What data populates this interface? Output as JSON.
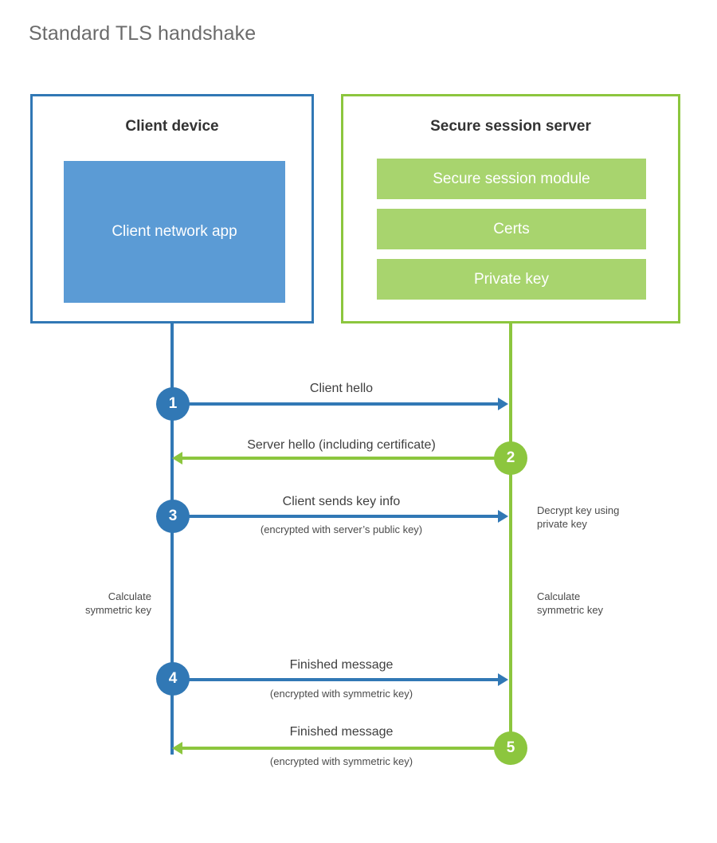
{
  "title": "Standard TLS handshake",
  "parties": {
    "client": {
      "title": "Client device",
      "blocks": [
        {
          "label": "Client network app"
        }
      ]
    },
    "server": {
      "title": "Secure session server",
      "blocks": [
        {
          "label": "Secure session module"
        },
        {
          "label": "Certs"
        },
        {
          "label": "Private key"
        }
      ]
    }
  },
  "steps": [
    {
      "number": "1",
      "label": "Client hello",
      "sub": "",
      "direction": "client-to-server",
      "color": "#3178b5"
    },
    {
      "number": "2",
      "label": "Server hello (including certificate)",
      "sub": "",
      "direction": "server-to-client",
      "color": "#8cc63e"
    },
    {
      "number": "3",
      "label": "Client sends key info",
      "sub": "(encrypted with server’s public key)",
      "direction": "client-to-server",
      "color": "#3178b5"
    },
    {
      "number": "4",
      "label": "Finished message",
      "sub": "(encrypted with symmetric key)",
      "direction": "client-to-server",
      "color": "#3178b5"
    },
    {
      "number": "5",
      "label": "Finished message",
      "sub": "(encrypted with symmetric key)",
      "direction": "server-to-client",
      "color": "#8cc63e"
    }
  ],
  "annotations": {
    "decrypt_key": "Decrypt key using\nprivate key",
    "decrypt_key_line1": "Decrypt key using",
    "decrypt_key_line2": "private key",
    "client_calculate_line1": "Calculate",
    "client_calculate_line2": "symmetric key",
    "server_calculate_line1": "Calculate",
    "server_calculate_line2": "symmetric key"
  },
  "colors": {
    "client_accent": "#3178b5",
    "client_fill": "#5b9bd5",
    "server_accent": "#8cc63e",
    "server_fill": "#a8d46e",
    "title_text": "#6b6b6b",
    "body_text": "#4a4a4a",
    "background": "#ffffff"
  }
}
